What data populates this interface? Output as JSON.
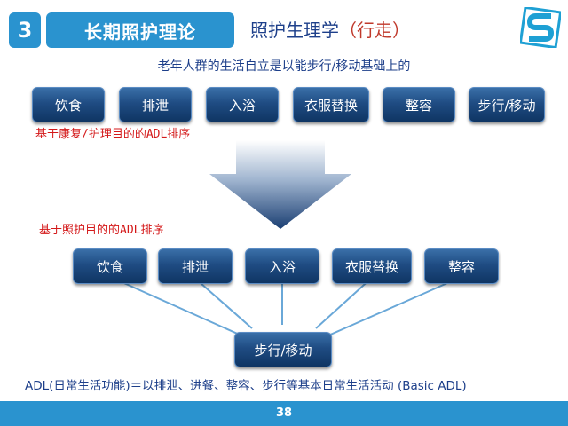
{
  "header": {
    "section_number": "3",
    "section_title": "长期照护理论",
    "page_title_main": "照护生理学",
    "page_title_highlight": "（行走）"
  },
  "subheading": "老年人群的生活自立是以能步行/移动基础上的",
  "top_row": [
    "饮食",
    "排泄",
    "入浴",
    "衣服替换",
    "整容",
    "步行/移动"
  ],
  "note_top": "基于康复/护理目的的ADL排序",
  "note_bottom": "基于照护目的的ADL排序",
  "bottom_row": [
    "饮食",
    "排泄",
    "入浴",
    "衣服替换",
    "整容"
  ],
  "hub_label": "步行/移动",
  "definition": "ADL(日常生活功能)＝以排泄、进餐、整容、步行等基本日常生活活动 (Basic ADL)",
  "page_number": "38",
  "colors": {
    "accent": "#2a93cf",
    "button": "#1f4c83",
    "red": "#d4191a"
  }
}
